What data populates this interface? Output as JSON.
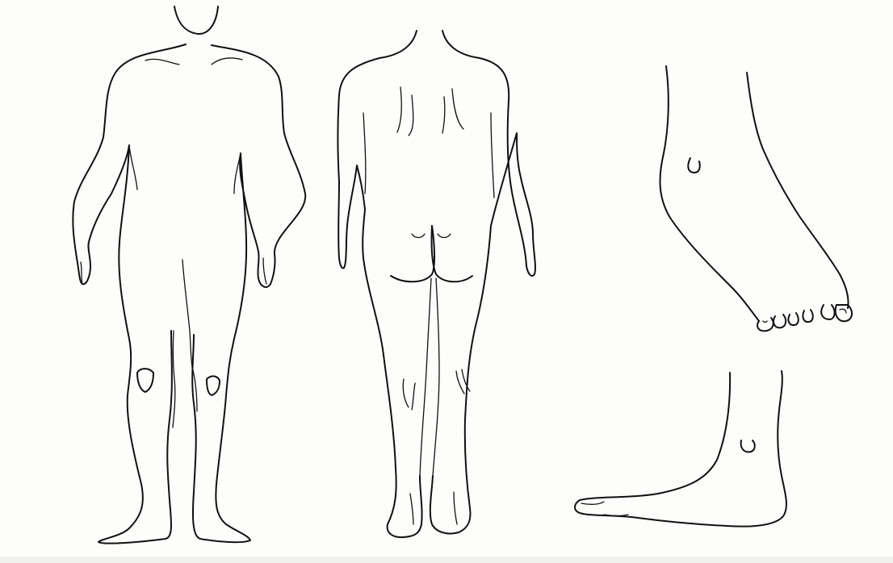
{
  "diagram": {
    "figures": [
      {
        "view": "anterior",
        "subject": "body"
      },
      {
        "view": "posterior",
        "subject": "body"
      },
      {
        "view": "dorsal",
        "subject": "foot"
      },
      {
        "view": "medial",
        "subject": "foot"
      }
    ],
    "colors": {
      "paper": "#fdfdfb",
      "ink": "#111111"
    }
  }
}
